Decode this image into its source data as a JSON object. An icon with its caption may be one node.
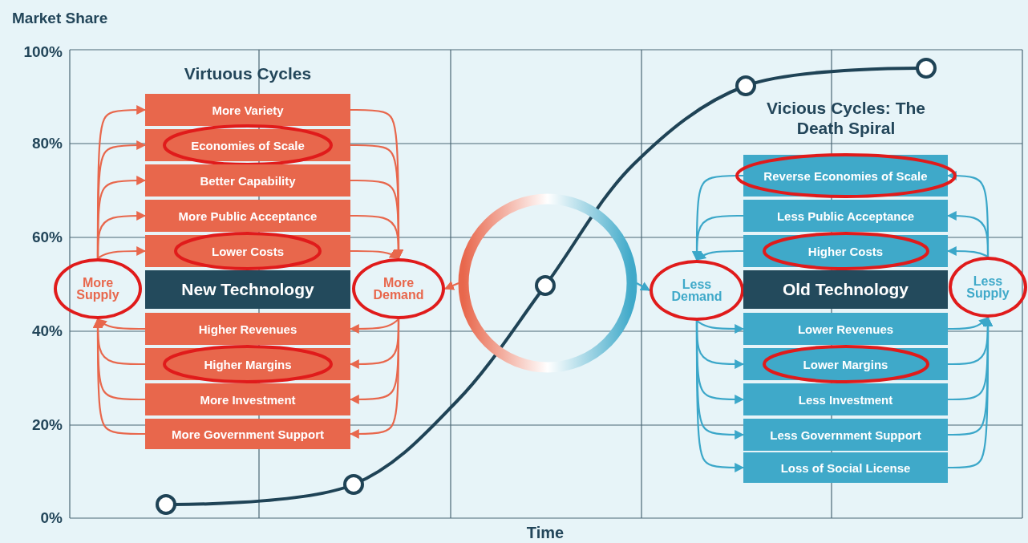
{
  "diagram": {
    "nodes": [
      {
        "text": [
          "More Supply"
        ]
      },
      {
        "text": [
          "More Variety"
        ]
      },
      {
        "text": [
          "Economies of Scale"
        ]
      },
      {
        "text": [
          "Better Capability"
        ]
      },
      {
        "text": [
          "More Public Acceptance"
        ]
      },
      {
        "text": [
          "Lower Costs"
        ]
      },
      {
        "text": [
          "New Technology"
        ]
      },
      {
        "text": [
          "More Demand"
        ]
      },
      {
        "text": [
          "Higher Revenues"
        ]
      },
      {
        "text": [
          "Higher Margins"
        ]
      },
      {
        "text": [
          "More Investment"
        ]
      },
      {
        "text": [
          "More Government Support"
        ]
      },
      {
        "text": [],
        "shape": "circle"
      },
      {
        "text": [
          "Less Demand"
        ]
      },
      {
        "text": [
          "Reverse Economies of Scale"
        ]
      },
      {
        "text": [
          "Less Public Acceptance"
        ]
      },
      {
        "text": [
          "Higher Costs"
        ]
      },
      {
        "text": [
          "Old Technology"
        ]
      },
      {
        "text": [
          "Less Supply"
        ]
      },
      {
        "text": [
          "Lower Revenues"
        ]
      },
      {
        "text": [
          "Lower Margins"
        ]
      },
      {
        "text": [
          "Less Investment"
        ]
      },
      {
        "text": [
          "Less Government Support"
        ]
      },
      {
        "text": [
          "Loss of Social License"
        ]
      }
    ],
    "edges": [
      {
        "from": 0,
        "to": 1,
        "arrow": "to"
      },
      {
        "from": 0,
        "to": 2,
        "arrow": "to"
      },
      {
        "from": 0,
        "to": 3,
        "arrow": "to"
      },
      {
        "from": 0,
        "to": 4,
        "arrow": "to"
      },
      {
        "from": 0,
        "to": 5,
        "arrow": "to"
      },
      {
        "from": 1,
        "to": 7,
        "arrow": "to"
      },
      {
        "from": 2,
        "to": 7,
        "arrow": "to"
      },
      {
        "from": 3,
        "to": 7,
        "arrow": "to"
      },
      {
        "from": 4,
        "to": 7,
        "arrow": "to"
      },
      {
        "from": 5,
        "to": 7,
        "arrow": "to"
      },
      {
        "from": 7,
        "to": 8,
        "arrow": "to"
      },
      {
        "from": 7,
        "to": 9,
        "arrow": "to"
      },
      {
        "from": 7,
        "to": 10,
        "arrow": "to"
      },
      {
        "from": 7,
        "to": 11,
        "arrow": "to"
      },
      {
        "from": 8,
        "to": 0,
        "arrow": "to"
      },
      {
        "from": 9,
        "to": 0,
        "arrow": "to"
      },
      {
        "from": 10,
        "to": 0,
        "arrow": "to"
      },
      {
        "from": 11,
        "to": 0,
        "arrow": "to"
      },
      {
        "from": 12,
        "to": 7,
        "arrow": "to"
      },
      {
        "from": 12,
        "to": 13,
        "arrow": "to",
        "color": "#3ba7c9"
      },
      {
        "from": 18,
        "to": 14,
        "arrow": "to",
        "color": "#3ba7c9"
      },
      {
        "from": 18,
        "to": 15,
        "arrow": "to",
        "color": "#3ba7c9"
      },
      {
        "from": 18,
        "to": 16,
        "arrow": "to",
        "color": "#3ba7c9"
      },
      {
        "from": 14,
        "to": 13,
        "arrow": "to",
        "color": "#3ba7c9"
      },
      {
        "from": 15,
        "to": 13,
        "arrow": "to",
        "color": "#3ba7c9"
      },
      {
        "from": 16,
        "to": 13,
        "arrow": "to",
        "color": "#3ba7c9"
      },
      {
        "from": 13,
        "to": 19,
        "arrow": "to",
        "color": "#3ba7c9"
      },
      {
        "from": 13,
        "to": 20,
        "arrow": "to",
        "color": "#3ba7c9"
      },
      {
        "from": 13,
        "to": 21,
        "arrow": "to",
        "color": "#3ba7c9"
      },
      {
        "from": 13,
        "to": 22,
        "arrow": "to",
        "color": "#3ba7c9"
      },
      {
        "from": 13,
        "to": 23,
        "arrow": "to",
        "color": "#3ba7c9"
      },
      {
        "from": 19,
        "to": 18,
        "arrow": "to",
        "color": "#3ba7c9"
      },
      {
        "from": 20,
        "to": 18,
        "arrow": "to",
        "color": "#3ba7c9"
      },
      {
        "from": 21,
        "to": 18,
        "arrow": "to",
        "color": "#3ba7c9"
      },
      {
        "from": 22,
        "to": 18,
        "arrow": "to",
        "color": "#3ba7c9"
      },
      {
        "from": 23,
        "to": 18,
        "arrow": "to",
        "color": "#3ba7c9"
      }
    ],
    "labels": [
      "Market Share",
      "100%",
      "Virtuous Cycles",
      "80%",
      "Vicious Cycles: The Death Spiral",
      "60%",
      "40%",
      "20%",
      "0%",
      "Time"
    ]
  }
}
